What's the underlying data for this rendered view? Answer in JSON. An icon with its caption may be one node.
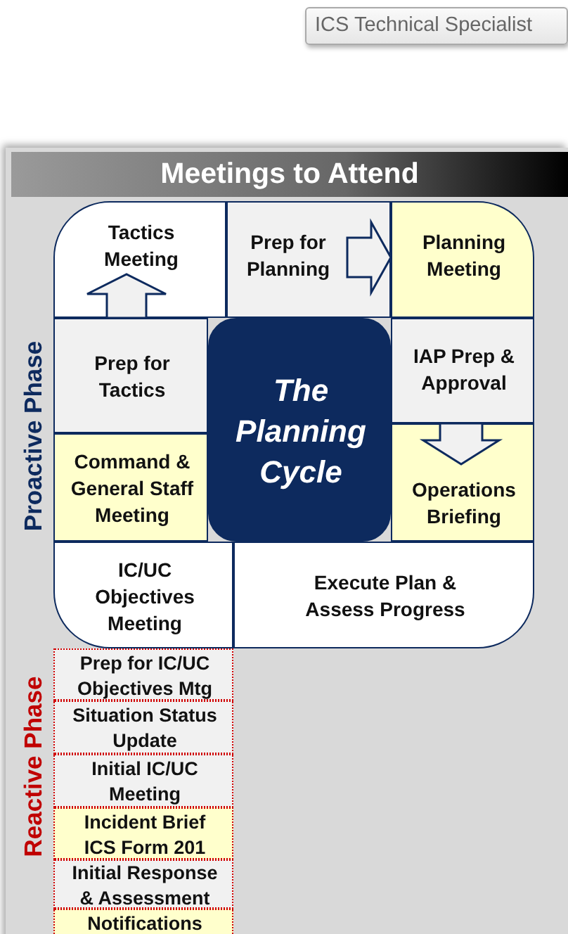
{
  "diagram": {
    "nodes": [
      {
        "text": [
          "Meetings to Attend"
        ]
      },
      {
        "text": [
          "Tactics Meeting"
        ],
        "in": 0
      },
      {
        "text": [
          "Prep for Planning"
        ],
        "in": 0
      },
      {
        "text": [
          "Planning Meeting"
        ],
        "in": 0
      },
      {
        "text": [
          "Prep for Tactics"
        ],
        "in": 0
      },
      {
        "text": [
          "The Planning Cycle"
        ],
        "in": 0
      },
      {
        "text": [
          "IAP Prep & Approval"
        ],
        "in": 0
      },
      {
        "text": [
          "Command & General Staff Meeting"
        ],
        "in": 0
      },
      {
        "text": [
          "Operations Briefing"
        ],
        "in": 0
      },
      {
        "text": [
          "IC/UC Objectives Meeting"
        ],
        "in": 0
      },
      {
        "text": [
          "Execute Plan & Assess Progress"
        ],
        "in": 0
      },
      {
        "text": [
          "Prep for IC/UC Objectives Mtg"
        ],
        "in": 0
      },
      {
        "text": [
          "Situation Status Update"
        ],
        "in": 0
      },
      {
        "text": [
          "Initial IC/UC Meeting"
        ],
        "in": 0
      },
      {
        "text": [
          "Incident Brief ICS Form 201"
        ],
        "in": 0
      },
      {
        "text": [
          "Initial Response & Assessment"
        ],
        "in": 0
      },
      {
        "text": [
          "Notifications"
        ],
        "in": 0
      }
    ],
    "edges": [
      {
        "from": 4,
        "to": 1,
        "arrow": "to"
      },
      {
        "from": 2,
        "to": 3,
        "arrow": "to"
      },
      {
        "from": 6,
        "to": 8,
        "arrow": "to"
      }
    ],
    "labels": [
      "ICS Technical Specialist",
      "Proactive Phase",
      "Reactive Phase"
    ]
  }
}
